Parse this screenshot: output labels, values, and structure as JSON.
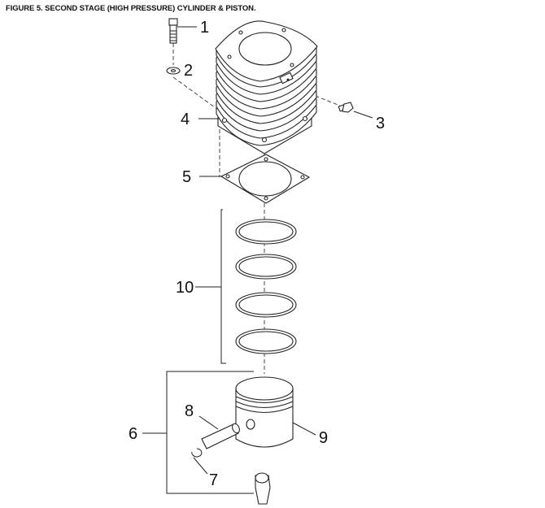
{
  "figure": {
    "title": "FIGURE 5. SECOND STAGE (HIGH PRESSURE) CYLINDER & PISTON.",
    "callouts": [
      {
        "id": "bolt",
        "label": "1"
      },
      {
        "id": "cylinder",
        "label": "2"
      },
      {
        "id": "plug",
        "label": "3"
      },
      {
        "id": "flange",
        "label": "4"
      },
      {
        "id": "gasket",
        "label": "5"
      },
      {
        "id": "piston-assembly",
        "label": "6"
      },
      {
        "id": "retaining-clip",
        "label": "7"
      },
      {
        "id": "wrist-pin",
        "label": "8"
      },
      {
        "id": "piston",
        "label": "9"
      },
      {
        "id": "piston-rings",
        "label": "10"
      }
    ]
  }
}
